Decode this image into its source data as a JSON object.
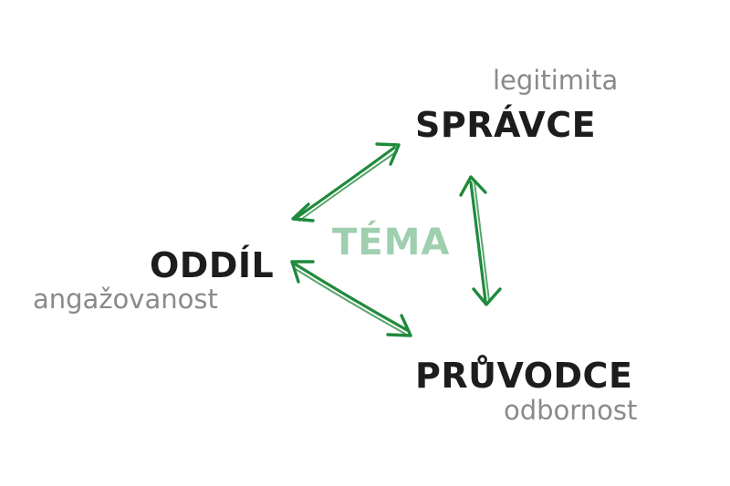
{
  "diagram": {
    "center": {
      "label": "TÉMA"
    },
    "nodes": {
      "spravce": {
        "label": "SPRÁVCE",
        "quality": "legitimita"
      },
      "oddil": {
        "label": "ODDÍL",
        "quality": "angažovanost"
      },
      "pruvodce": {
        "label": "PRŮVODCE",
        "quality": "odbornost"
      }
    },
    "connections": [
      {
        "from": "oddil",
        "to": "spravce",
        "direction": "both"
      },
      {
        "from": "spravce",
        "to": "pruvodce",
        "direction": "both"
      },
      {
        "from": "oddil",
        "to": "pruvodce",
        "direction": "both"
      }
    ]
  },
  "colors": {
    "role_text": "#1d1d1b",
    "quality_text": "#8a8a8a",
    "center_text": "#9fcfae",
    "arrow": "#1f8a3c"
  }
}
